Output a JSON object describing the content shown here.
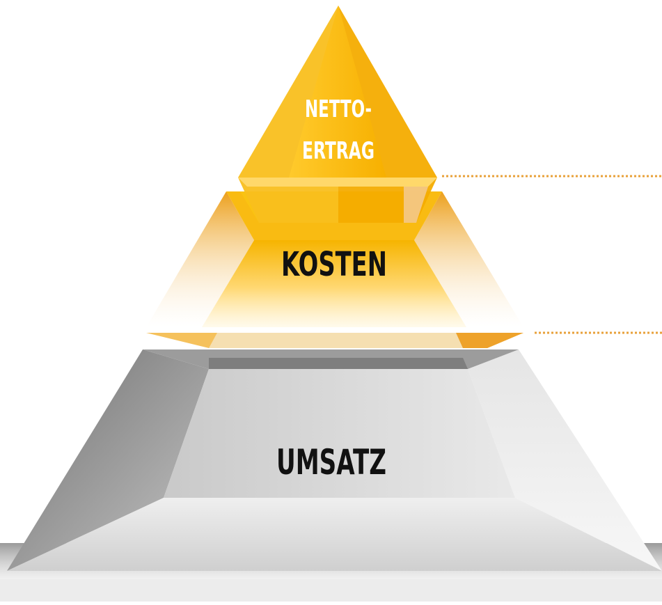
{
  "diagram": {
    "tiers": [
      {
        "label_lines": [
          "NETTO-",
          "ERTRAG"
        ]
      },
      {
        "label_lines": [
          "KOSTEN"
        ]
      },
      {
        "label_lines": [
          "UMSATZ"
        ]
      }
    ]
  },
  "colors": {
    "gold": "#f6b400",
    "gold_light": "#ffd45a",
    "gold_dark": "#e79a15",
    "grey_light": "#e6e6e6",
    "grey_mid": "#b8b8b8",
    "grey_dark": "#7a7a7a",
    "connector": "#e8a13a"
  }
}
